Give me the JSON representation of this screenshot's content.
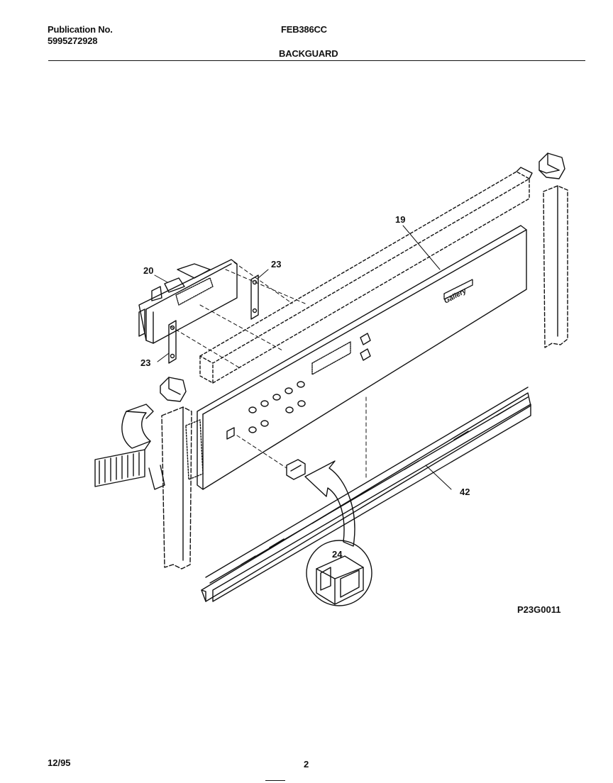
{
  "header": {
    "publication_label": "Publication No.",
    "publication_number": "5995272928",
    "model": "FEB386CC",
    "section_title": "BACKGUARD"
  },
  "diagram": {
    "part_labels": {
      "p19": "19",
      "p20": "20",
      "p23a": "23",
      "p23b": "23",
      "p24": "24",
      "p42": "42"
    },
    "panel_brand": "Gallery",
    "drawing_code": "P23G0011"
  },
  "footer": {
    "date": "12/95",
    "page_number": "2"
  }
}
